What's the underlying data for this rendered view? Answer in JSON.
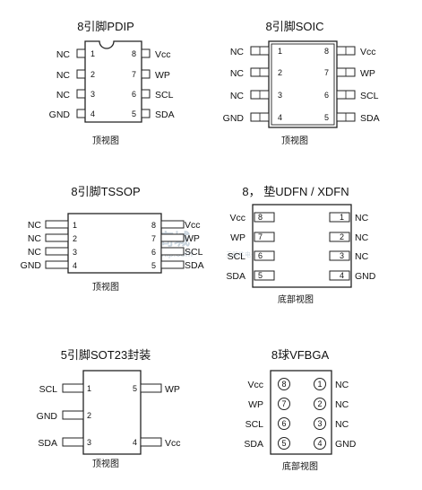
{
  "watermark": {
    "brand": "华秋商城",
    "subtitle": "hqchip.com",
    "slogan": "元器件电子商城"
  },
  "packages": [
    {
      "id": "pdip",
      "title": "8引脚PDIP",
      "caption": "顶视图",
      "pins": [
        {
          "num": "1",
          "label": "NC"
        },
        {
          "num": "2",
          "label": "NC"
        },
        {
          "num": "3",
          "label": "NC"
        },
        {
          "num": "4",
          "label": "GND"
        },
        {
          "num": "8",
          "label": "Vcc"
        },
        {
          "num": "7",
          "label": "WP"
        },
        {
          "num": "6",
          "label": "SCL"
        },
        {
          "num": "5",
          "label": "SDA"
        }
      ]
    },
    {
      "id": "soic",
      "title": "8引脚SOIC",
      "caption": "顶视图",
      "pins": [
        {
          "num": "1",
          "label": "NC"
        },
        {
          "num": "2",
          "label": "NC"
        },
        {
          "num": "3",
          "label": "NC"
        },
        {
          "num": "4",
          "label": "GND"
        },
        {
          "num": "8",
          "label": "Vcc"
        },
        {
          "num": "7",
          "label": "WP"
        },
        {
          "num": "6",
          "label": "SCL"
        },
        {
          "num": "5",
          "label": "SDA"
        }
      ]
    },
    {
      "id": "tssop",
      "title": "8引脚TSSOP",
      "caption": "顶视图",
      "pins": [
        {
          "num": "1",
          "label": "NC"
        },
        {
          "num": "2",
          "label": "NC"
        },
        {
          "num": "3",
          "label": "NC"
        },
        {
          "num": "4",
          "label": "GND"
        },
        {
          "num": "8",
          "label": "Vcc"
        },
        {
          "num": "7",
          "label": "WP"
        },
        {
          "num": "6",
          "label": "SCL"
        },
        {
          "num": "5",
          "label": "SDA"
        }
      ]
    },
    {
      "id": "udfn",
      "title": "8， 垫UDFN / XDFN",
      "caption": "底部视图",
      "pins": [
        {
          "num": "8",
          "label": "Vcc"
        },
        {
          "num": "7",
          "label": "WP"
        },
        {
          "num": "6",
          "label": "SCL"
        },
        {
          "num": "5",
          "label": "SDA"
        },
        {
          "num": "1",
          "label": "NC"
        },
        {
          "num": "2",
          "label": "NC"
        },
        {
          "num": "3",
          "label": "NC"
        },
        {
          "num": "4",
          "label": "GND"
        }
      ]
    },
    {
      "id": "sot23",
      "title": "5引脚SOT23封装",
      "caption": "顶视图",
      "pins": [
        {
          "num": "1",
          "label": "SCL"
        },
        {
          "num": "2",
          "label": "GND"
        },
        {
          "num": "3",
          "label": "SDA"
        },
        {
          "num": "5",
          "label": "WP"
        },
        {
          "num": "4",
          "label": "Vcc"
        }
      ]
    },
    {
      "id": "vfbga",
      "title": "8球VFBGA",
      "caption": "底部视图",
      "pins": [
        {
          "num": "8",
          "label": "Vcc"
        },
        {
          "num": "7",
          "label": "WP"
        },
        {
          "num": "6",
          "label": "SCL"
        },
        {
          "num": "5",
          "label": "SDA"
        },
        {
          "num": "1",
          "label": "NC"
        },
        {
          "num": "2",
          "label": "NC"
        },
        {
          "num": "3",
          "label": "NC"
        },
        {
          "num": "4",
          "label": "GND"
        }
      ]
    }
  ]
}
